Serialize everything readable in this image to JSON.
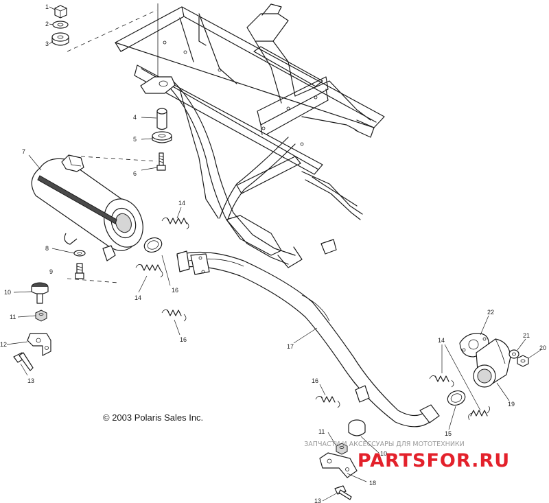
{
  "copyright": "© 2003 Polaris Sales Inc.",
  "watermark": {
    "tagline": "ЗАПЧАСТИ И АКСЕССУАРЫ ДЛЯ МОТОТЕХНИКИ",
    "logo": "PARTSFOR.RU",
    "logo_color": "#e3212b"
  },
  "callouts": {
    "c1": "1",
    "c2": "2",
    "c3": "3",
    "c4": "4",
    "c5": "5",
    "c6": "6",
    "c7": "7",
    "c8": "8",
    "c9": "9",
    "c10a": "10",
    "c11a": "11",
    "c12": "12",
    "c13a": "13",
    "c14a": "14",
    "c14b": "14",
    "c16a": "16",
    "c16b": "16",
    "c17": "17",
    "c22": "22",
    "c21": "21",
    "c20": "20",
    "c14c": "14",
    "c19": "19",
    "c16c": "16",
    "c15": "15",
    "c11b": "11",
    "c10b": "10",
    "c18": "18",
    "c13b": "13"
  }
}
